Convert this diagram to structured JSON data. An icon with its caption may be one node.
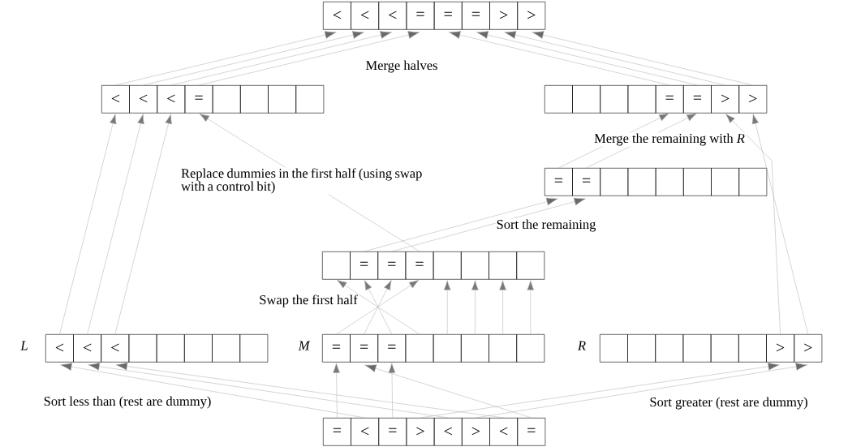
{
  "diagram": {
    "nodes": [
      {
        "text": [
          "<"
        ]
      },
      {
        "text": [
          "<"
        ]
      },
      {
        "text": [
          "<"
        ]
      },
      {
        "text": [
          "="
        ]
      },
      {
        "text": [
          "="
        ]
      },
      {
        "text": [
          "="
        ]
      },
      {
        "text": [
          ">"
        ]
      },
      {
        "text": [
          ">"
        ]
      },
      {
        "text": [
          "<"
        ]
      },
      {
        "text": [
          "<"
        ]
      },
      {
        "text": [
          "<"
        ]
      },
      {
        "text": [
          "="
        ]
      },
      {
        "text": [],
        "shape": "box"
      },
      {
        "text": [],
        "shape": "box"
      },
      {
        "text": [],
        "shape": "box"
      },
      {
        "text": [],
        "shape": "box"
      },
      {
        "text": [],
        "shape": "box"
      },
      {
        "text": [],
        "shape": "box"
      },
      {
        "text": [],
        "shape": "box"
      },
      {
        "text": [],
        "shape": "box"
      },
      {
        "text": [
          "="
        ]
      },
      {
        "text": [
          "="
        ]
      },
      {
        "text": [
          ">"
        ]
      },
      {
        "text": [
          ">"
        ]
      },
      {
        "text": [
          "="
        ]
      },
      {
        "text": [
          "="
        ]
      },
      {
        "text": [],
        "shape": "box"
      },
      {
        "text": [],
        "shape": "box"
      },
      {
        "text": [],
        "shape": "box"
      },
      {
        "text": [],
        "shape": "box"
      },
      {
        "text": [],
        "shape": "box"
      },
      {
        "text": [],
        "shape": "box"
      },
      {
        "text": [],
        "shape": "box"
      },
      {
        "text": [
          "="
        ]
      },
      {
        "text": [
          "="
        ]
      },
      {
        "text": [
          "="
        ]
      },
      {
        "text": [],
        "shape": "box"
      },
      {
        "text": [],
        "shape": "box"
      },
      {
        "text": [],
        "shape": "box"
      },
      {
        "text": [],
        "shape": "box"
      },
      {
        "text": [
          "<"
        ]
      },
      {
        "text": [
          "<"
        ]
      },
      {
        "text": [
          "<"
        ]
      },
      {
        "text": [],
        "shape": "box"
      },
      {
        "text": [],
        "shape": "box"
      },
      {
        "text": [],
        "shape": "box"
      },
      {
        "text": [],
        "shape": "box"
      },
      {
        "text": [],
        "shape": "box"
      },
      {
        "text": [
          "="
        ]
      },
      {
        "text": [
          "="
        ]
      },
      {
        "text": [
          "="
        ]
      },
      {
        "text": [],
        "shape": "box"
      },
      {
        "text": [],
        "shape": "box"
      },
      {
        "text": [],
        "shape": "box"
      },
      {
        "text": [],
        "shape": "box"
      },
      {
        "text": [],
        "shape": "box"
      },
      {
        "text": [],
        "shape": "box"
      },
      {
        "text": [],
        "shape": "box"
      },
      {
        "text": [],
        "shape": "box"
      },
      {
        "text": [],
        "shape": "box"
      },
      {
        "text": [],
        "shape": "box"
      },
      {
        "text": [],
        "shape": "box"
      },
      {
        "text": [
          ">"
        ]
      },
      {
        "text": [
          ">"
        ]
      },
      {
        "text": [
          "="
        ]
      },
      {
        "text": [
          "<"
        ]
      },
      {
        "text": [
          "="
        ]
      },
      {
        "text": [
          ">"
        ]
      },
      {
        "text": [
          "<"
        ]
      },
      {
        "text": [
          ">"
        ]
      },
      {
        "text": [
          "<"
        ]
      },
      {
        "text": [
          "="
        ]
      }
    ],
    "edges": [
      {
        "from": 8,
        "to": 0,
        "arrow": "to"
      },
      {
        "from": 9,
        "to": 1,
        "arrow": "to"
      },
      {
        "from": 10,
        "to": 2,
        "arrow": "to"
      },
      {
        "from": 11,
        "to": 3,
        "arrow": "to"
      },
      {
        "from": 20,
        "to": 4,
        "arrow": "to"
      },
      {
        "from": 21,
        "to": 5,
        "arrow": "to"
      },
      {
        "from": 22,
        "to": 6,
        "arrow": "to"
      },
      {
        "from": 23,
        "to": 7,
        "arrow": "to"
      },
      {
        "from": 40,
        "to": 8,
        "arrow": "to"
      },
      {
        "from": 41,
        "to": 9,
        "arrow": "to"
      },
      {
        "from": 42,
        "to": 10,
        "arrow": "to"
      },
      {
        "from": 35,
        "to": 11,
        "arrow": "to"
      },
      {
        "from": 24,
        "to": 20,
        "arrow": "to"
      },
      {
        "from": 25,
        "to": 21,
        "arrow": "to"
      },
      {
        "from": 62,
        "to": 22,
        "arrow": "to"
      },
      {
        "from": 63,
        "to": 23,
        "arrow": "to"
      },
      {
        "from": 33,
        "to": 24,
        "arrow": "to"
      },
      {
        "from": 34,
        "to": 25,
        "arrow": "to"
      },
      {
        "from": 48,
        "to": 35,
        "arrow": "to"
      },
      {
        "from": 49,
        "to": 34,
        "arrow": "to"
      },
      {
        "from": 50,
        "to": 33,
        "arrow": "to"
      },
      {
        "from": 51,
        "to": 32,
        "arrow": "to"
      },
      {
        "from": 52,
        "to": 36,
        "arrow": "to"
      },
      {
        "from": 53,
        "to": 37,
        "arrow": "to"
      },
      {
        "from": 54,
        "to": 38,
        "arrow": "to"
      },
      {
        "from": 55,
        "to": 39,
        "arrow": "to"
      },
      {
        "from": 65,
        "to": 40,
        "arrow": "to"
      },
      {
        "from": 68,
        "to": 41,
        "arrow": "to"
      },
      {
        "from": 70,
        "to": 42,
        "arrow": "to"
      },
      {
        "from": 64,
        "to": 48,
        "arrow": "to"
      },
      {
        "from": 71,
        "to": 49,
        "arrow": "to"
      },
      {
        "from": 66,
        "to": 50,
        "arrow": "to"
      },
      {
        "from": 67,
        "to": 62,
        "arrow": "to"
      },
      {
        "from": 69,
        "to": 63,
        "arrow": "to"
      }
    ],
    "labels": [
      "Merge halves",
      "Merge the remaining with *R*",
      "Replace dummies in the first half (using swap with a control bit)",
      "Sort the remaining",
      "Swap the first half",
      "*L*",
      "*M*",
      "*R*",
      "Sort less than (rest are dummy)",
      "Sort greater (rest are dummy)"
    ]
  }
}
